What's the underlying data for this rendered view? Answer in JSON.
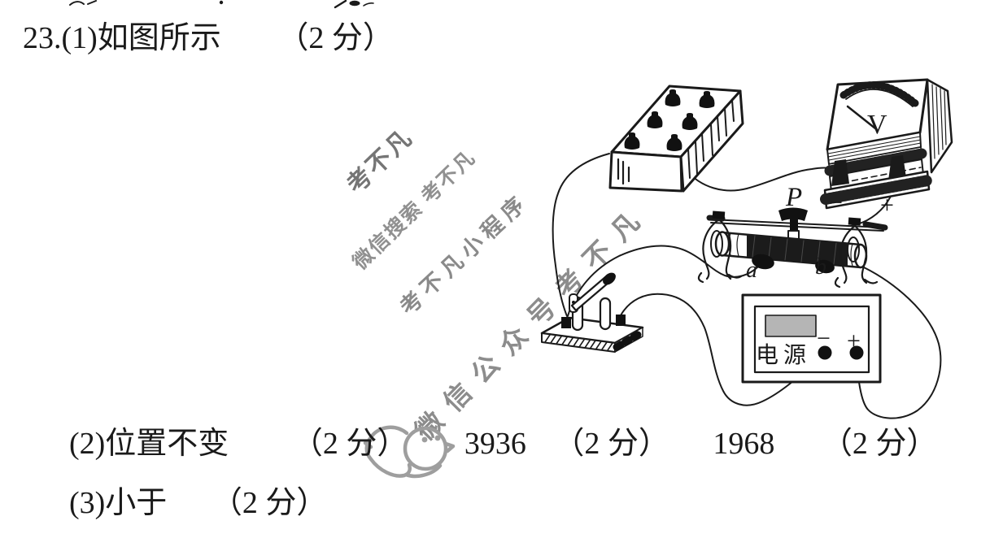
{
  "colors": {
    "ink": "#1a1a1a",
    "watermark_gray": "#8c8c8c",
    "watermark_dark": "#757575",
    "display_gray": "#b5b5b5",
    "logo_gray": "#9e9e9e",
    "paper": "#ffffff"
  },
  "lines": {
    "line1": {
      "text": "23.(1)如图所示",
      "score": "（2 分）"
    },
    "line2": {
      "label": "(2)位置不变",
      "score1": "（2 分）",
      "value1": "3936",
      "score2": "（2 分）",
      "value2": "1968",
      "score3": "（2 分）"
    },
    "line3": {
      "label": "(3)小于",
      "score": "（2 分）"
    }
  },
  "diagram": {
    "voltmeter_v": "V",
    "voltmeter_minus": "−",
    "voltmeter_plus": "+",
    "slider_label": "P",
    "terminal_a": "a",
    "terminal_b": "b",
    "power_label": "电源",
    "power_minus": "−",
    "power_plus": "+"
  },
  "watermarks": {
    "wm1": "考不凡",
    "wm2": "微信搜索 考不凡",
    "wm3": "考不凡小程序",
    "wm4": "微信公众号考不凡"
  }
}
